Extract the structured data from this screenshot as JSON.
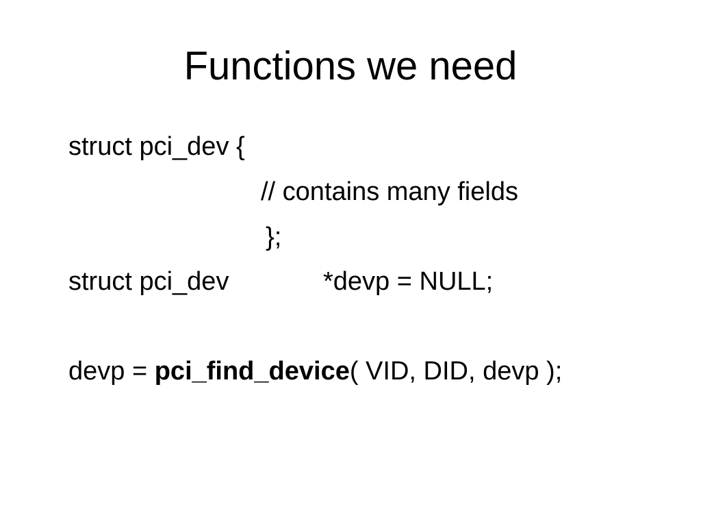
{
  "slide": {
    "title": "Functions we need",
    "lines": {
      "struct_open": "struct pci_dev {",
      "comment": "// contains many fields",
      "struct_close": "};",
      "decl_type": "struct pci_dev",
      "decl_var": "*devp = NULL;",
      "call_prefix": "devp = ",
      "call_function": "pci_find_device",
      "call_args": "( VID, DID, devp );"
    }
  }
}
